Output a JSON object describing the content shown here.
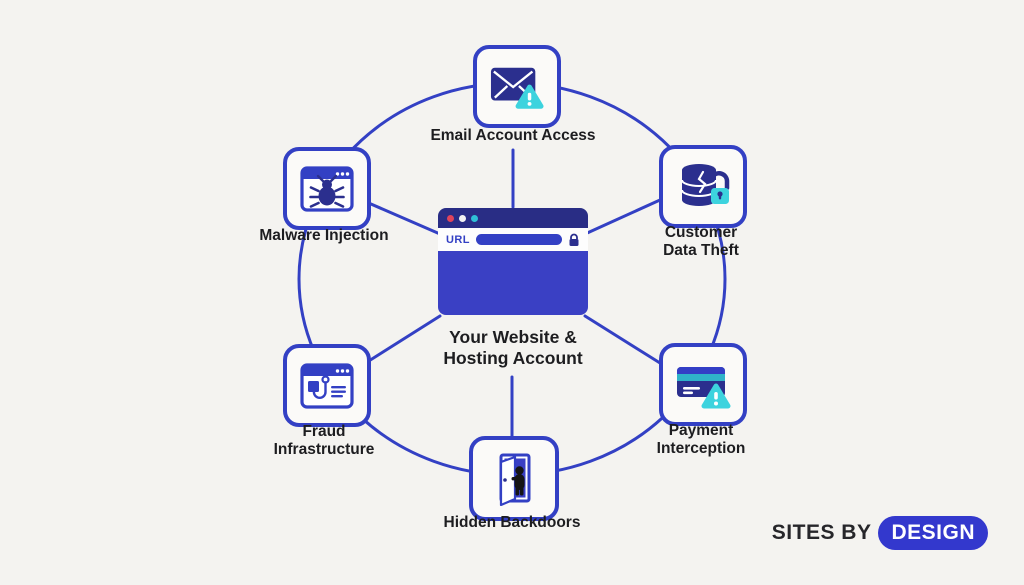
{
  "colors": {
    "background": "#f4f3f0",
    "accent_blue": "#3340c4",
    "navy": "#2b2f8e",
    "cyan": "#3dd3de",
    "teal_stripe": "#2fb3c9",
    "dot_red": "#e0445c",
    "dot_white": "#f2f2f2",
    "dot_cyan": "#2fc0d6",
    "text": "#1d1d20",
    "logo_pill_blue": "#3338cd"
  },
  "center": {
    "icon": "browser-window-icon",
    "url_label": "URL",
    "label_line1": "Your Website &",
    "label_line2": "Hosting Account"
  },
  "nodes": {
    "email": {
      "label": "Email Account Access",
      "icon": "email-warning-icon"
    },
    "customer": {
      "line1": "Customer",
      "line2": "Data Theft",
      "icon": "database-unlocked-icon"
    },
    "payment": {
      "line1": "Payment",
      "line2": "Interception",
      "icon": "credit-card-warning-icon"
    },
    "backdoors": {
      "label": "Hidden Backdoors",
      "icon": "open-door-intruder-icon"
    },
    "fraud": {
      "line1": "Fraud",
      "line2": "Infrastructure",
      "icon": "phishing-hook-site-icon"
    },
    "malware": {
      "label": "Malware Injection",
      "icon": "bug-browser-icon"
    }
  },
  "logo": {
    "text": "SITES BY",
    "badge": "DESIGN"
  }
}
